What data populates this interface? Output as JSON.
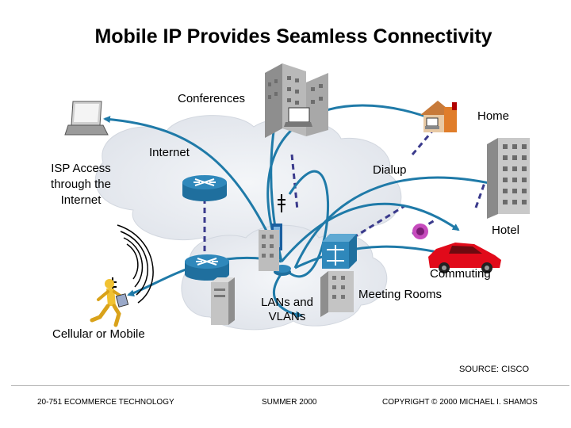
{
  "slide": {
    "title": "Mobile IP Provides Seamless Connectivity",
    "labels": {
      "conferences": "Conferences",
      "home": "Home",
      "internet": "Internet",
      "isp_line1": "ISP Access",
      "isp_line2": "through the",
      "isp_line3": "Internet",
      "dialup": "Dialup",
      "hotel": "Hotel",
      "commuting": "Commuting",
      "meeting_rooms": "Meeting Rooms",
      "lans_line1": "LANs and",
      "lans_line2": "VLANs",
      "cellular": "Cellular or Mobile"
    },
    "source": "SOURCE: CISCO",
    "footer": {
      "course": "20-751 ECOMMERCE TECHNOLOGY",
      "date": "SUMMER 2000",
      "copyright": "COPYRIGHT © 2000 MICHAEL I. SHAMOS"
    }
  },
  "colors": {
    "arrow": "#1f7aa8",
    "dashed": "#3a3a8c",
    "cloud": "#e6e9ee",
    "router": "#2f88bb",
    "car": "#e10a1a"
  }
}
